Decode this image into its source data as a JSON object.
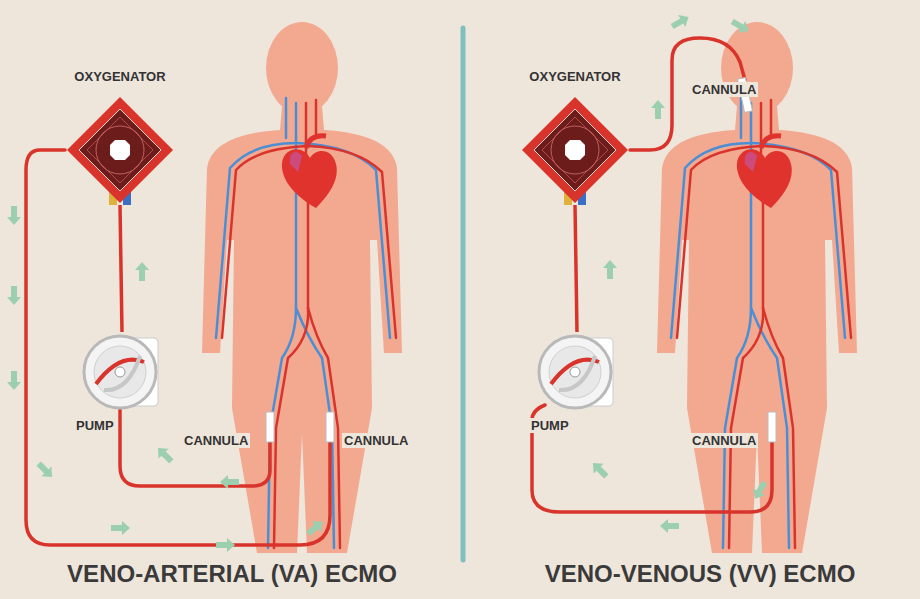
{
  "diagram": {
    "nodes": [
      {
        "text": [
          "OXYGENATOR"
        ]
      },
      {
        "text": [
          "PUMP"
        ]
      },
      {
        "text": [
          "OXYGENATOR"
        ]
      },
      {
        "text": [
          "PUMP"
        ]
      }
    ],
    "edges": [
      {
        "from": 1,
        "to": 0,
        "arrow": "none"
      },
      {
        "from": 3,
        "to": 2,
        "arrow": "none"
      }
    ],
    "labels": [
      "CANNULA",
      "CANNULA",
      "CANNULA",
      "CANNULA",
      "VENO-ARTERIAL (VA) ECMO",
      "VENO-VENOUS (VV) ECMO"
    ]
  }
}
